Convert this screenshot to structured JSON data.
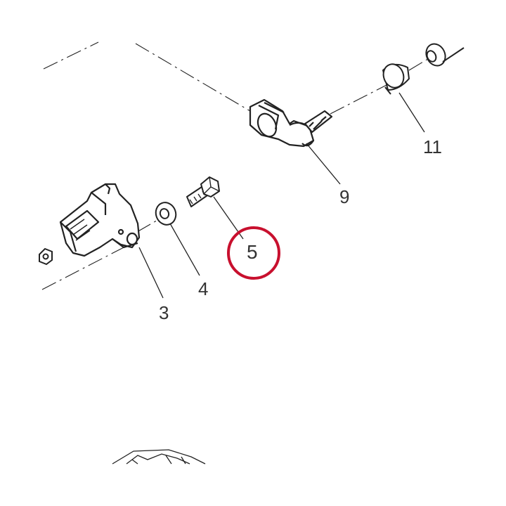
{
  "diagram": {
    "colors": {
      "line": "#222222",
      "part_fill": "#ffffff",
      "highlight": "#c8102e",
      "label": "#333333"
    },
    "callouts": [
      {
        "id": "3",
        "label": "3",
        "part": "connector-bracket"
      },
      {
        "id": "4",
        "label": "4",
        "part": "washer"
      },
      {
        "id": "5",
        "label": "5",
        "part": "bolt",
        "highlighted": true
      },
      {
        "id": "9",
        "label": "9",
        "part": "elbow-fitting"
      },
      {
        "id": "11",
        "label": "11",
        "part": "hose-clamp"
      }
    ]
  }
}
